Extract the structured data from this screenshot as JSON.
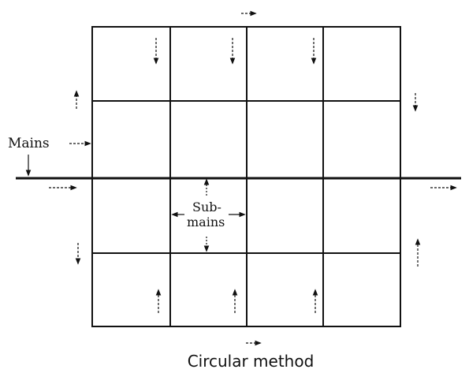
{
  "diagram": {
    "caption": "Circular method",
    "mains_label": "Mains",
    "submains_label_line1": "Sub-",
    "submains_label_line2": "mains"
  },
  "colors": {
    "line": "#111111",
    "background": "#ffffff"
  },
  "grid": {
    "rows": 4,
    "cols": 4
  }
}
